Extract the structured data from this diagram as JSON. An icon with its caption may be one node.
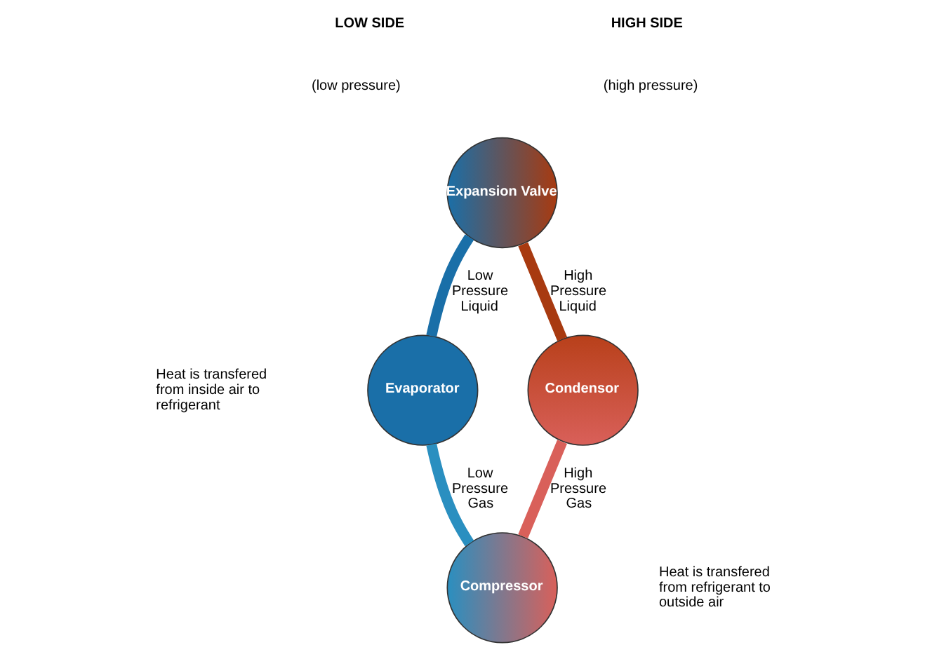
{
  "diagram": {
    "nodes": [
      {
        "text": [
          "Expansion Valve"
        ]
      },
      {
        "text": [
          "Evaporator"
        ]
      },
      {
        "text": [
          "Compressor"
        ]
      },
      {
        "text": [
          "Condensor"
        ]
      }
    ],
    "edges": [
      {
        "from": 0,
        "to": 1,
        "arrow": "none",
        "label": "Low Pressure Liquid",
        "color": "#1a6fa8"
      },
      {
        "from": 1,
        "to": 2,
        "arrow": "none",
        "label": "Low Pressure Gas",
        "color": "#2a8fc0"
      },
      {
        "from": 2,
        "to": 3,
        "arrow": "none",
        "label": "High Pressure Gas",
        "color": "#d9605a"
      },
      {
        "from": 3,
        "to": 0,
        "arrow": "none",
        "label": "High Pressure Liquid",
        "color": "#a83a10"
      }
    ],
    "labels": [
      "LOW SIDE",
      "HIGH SIDE",
      "(low pressure)",
      "(high pressure)",
      "Heat is transfered from inside air to refrigerant",
      "Heat is transfered from refrigerant to outside air"
    ]
  }
}
